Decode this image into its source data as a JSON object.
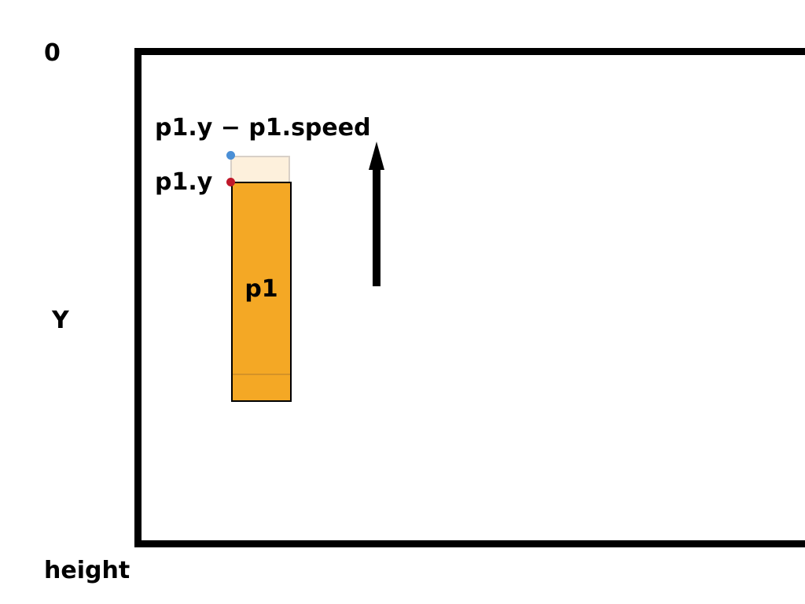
{
  "axis": {
    "origin_label": "0",
    "y_label": "Y",
    "height_label": "height"
  },
  "paddle": {
    "label": "p1",
    "fill_color": "#f4a825",
    "ghost_fill_color": "#fdf0dc"
  },
  "annotations": {
    "next_position_label": "p1.y − p1.speed",
    "current_position_label": "p1.y",
    "next_marker_color": "#4a8fd6",
    "current_marker_color": "#c0182a"
  },
  "movement": {
    "direction_icon": "up-arrow-icon"
  }
}
